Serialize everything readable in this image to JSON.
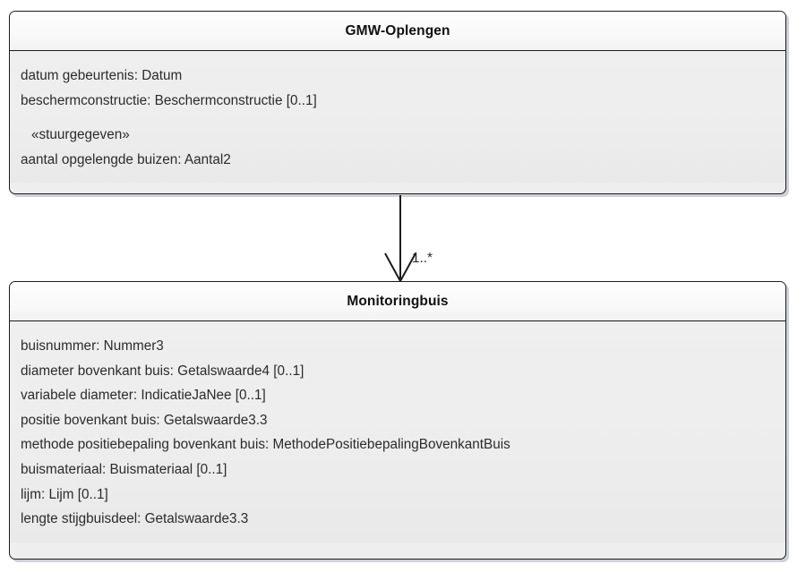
{
  "diagram": {
    "type": "uml-class-diagram",
    "background_color": "#ffffff",
    "classes": [
      {
        "name": "GMW-Oplengen",
        "attributes": [
          {
            "text": "datum gebeurtenis: Datum",
            "stereotype": false
          },
          {
            "text": "beschermconstructie: Beschermconstructie [0..1]",
            "stereotype": false
          },
          {
            "text": "«stuurgegeven»",
            "stereotype": true
          },
          {
            "text": "aantal opgelengde buizen: Aantal2",
            "stereotype": false
          }
        ]
      },
      {
        "name": "Monitoringbuis",
        "attributes": [
          {
            "text": "buisnummer: Nummer3",
            "stereotype": false
          },
          {
            "text": "diameter bovenkant buis: Getalswaarde4 [0..1]",
            "stereotype": false
          },
          {
            "text": "variabele diameter: IndicatieJaNee [0..1]",
            "stereotype": false
          },
          {
            "text": "positie bovenkant buis: Getalswaarde3.3",
            "stereotype": false
          },
          {
            "text": "methode positiebepaling bovenkant buis: MethodePositiebepalingBovenkantBuis",
            "stereotype": false
          },
          {
            "text": "buismateriaal: Buismateriaal [0..1]",
            "stereotype": false
          },
          {
            "text": "lijm: Lijm [0..1]",
            "stereotype": false
          },
          {
            "text": "lengte stijgbuisdeel: Getalswaarde3.3",
            "stereotype": false
          }
        ]
      }
    ],
    "connector": {
      "kind": "composition-arrow",
      "arrowhead": "open",
      "multiplicity_label": "1..*",
      "line_color": "#1c1c1c"
    }
  }
}
